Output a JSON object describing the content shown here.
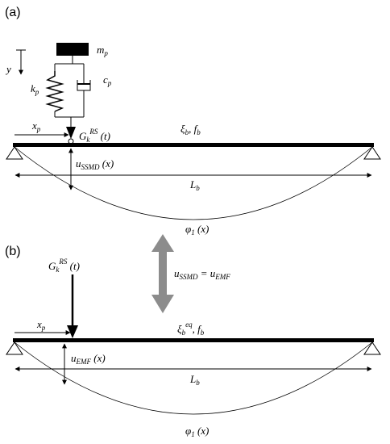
{
  "panel_a": {
    "label": "(a)",
    "direction_label": "y",
    "mass": {
      "base": "m",
      "sub": "p"
    },
    "spring": {
      "base": "k",
      "sub": "p"
    },
    "damper": {
      "base": "c",
      "sub": "p"
    },
    "position": {
      "base": "x",
      "sub": "p"
    },
    "force": {
      "base": "G",
      "sub": "k",
      "sup": "RS",
      "arg": " (t)"
    },
    "beam_props": {
      "xi": "ξ",
      "xi_sub": "b",
      "sep": ", ",
      "f": "f",
      "f_sub": "b"
    },
    "displacement": {
      "base": "u",
      "sub": "SSMD",
      "arg": " (x)"
    },
    "length": {
      "base": "L",
      "sub": "b"
    },
    "mode_shape": {
      "base": "φ",
      "sub": "1",
      "arg": " (x)"
    }
  },
  "equivalence": {
    "lhs": "u",
    "lhs_sub": "SSMD",
    "eq": " = ",
    "rhs": "u",
    "rhs_sub": "EMF"
  },
  "panel_b": {
    "label": "(b)",
    "force": {
      "base": "G",
      "sub": "k",
      "sup": "RS",
      "arg": " (t)"
    },
    "position": {
      "base": "x",
      "sub": "p"
    },
    "beam_props": {
      "xi": "ξ",
      "xi_sub": "b",
      "xi_sup": "eq",
      "sep": ", ",
      "f": "f",
      "f_sub": "b"
    },
    "displacement": {
      "base": "u",
      "sub": "EMF",
      "arg": " (x)"
    },
    "length": {
      "base": "L",
      "sub": "b"
    },
    "mode_shape": {
      "base": "φ",
      "sub": "1",
      "arg": " (x)"
    }
  },
  "colors": {
    "ink": "#000000",
    "arrow_grey": "#8c8c8c"
  }
}
